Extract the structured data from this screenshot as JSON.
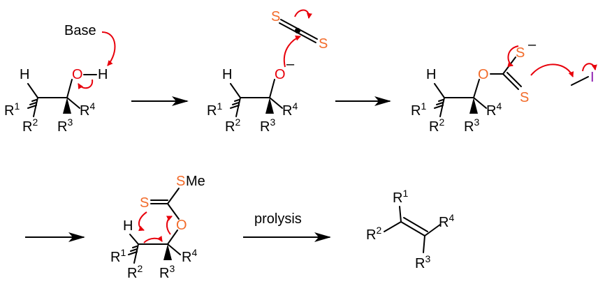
{
  "labels": {
    "base": "Base",
    "H": "H",
    "O": "O",
    "S": "S",
    "I": "I",
    "minus": "–",
    "R": "R",
    "Me": "Me",
    "n1": "1",
    "n2": "2",
    "n3": "3",
    "n4": "4",
    "prolysis": "prolysis"
  },
  "colors": {
    "oxygen": "#e8000b",
    "sulfur": "#f26b2a",
    "iodine": "#8c1bb0",
    "curly_arrow": "#e8000b",
    "bond": "#000000"
  }
}
